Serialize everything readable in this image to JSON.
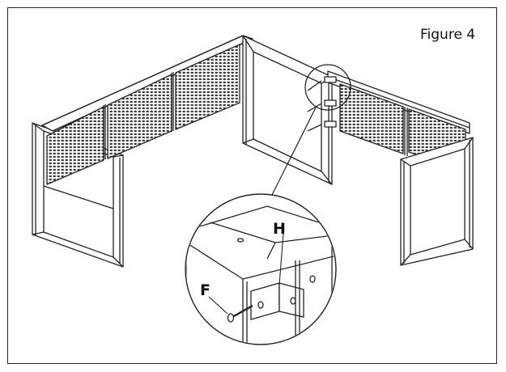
{
  "figure": {
    "title": "Figure 4"
  },
  "callouts": {
    "h": "H",
    "f": "F"
  },
  "colors": {
    "line": "#222222",
    "mesh": "#3a3a3a",
    "background": "#ffffff"
  }
}
